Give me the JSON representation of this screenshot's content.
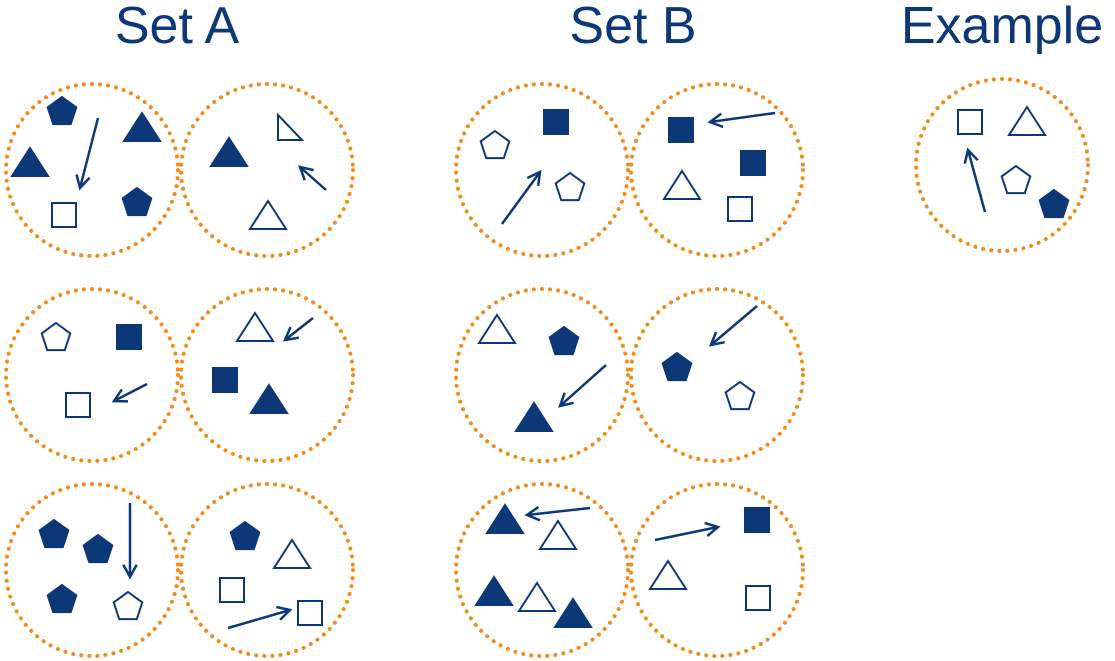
{
  "titles": {
    "set_a": "Set A",
    "set_b": "Set B",
    "example": "Example"
  },
  "colors": {
    "shape": "#0d3878",
    "circle": "#f28c1e"
  },
  "groups": [
    {
      "name": "set-a-row1-left",
      "items": [
        "pentagon-filled",
        "arrow",
        "triangle-filled",
        "triangle-filled",
        "square-open",
        "pentagon-filled"
      ]
    },
    {
      "name": "set-a-row1-right",
      "items": [
        "triangle-filled",
        "right-triangle-open",
        "arrow",
        "triangle-open"
      ]
    },
    {
      "name": "set-a-row2-left",
      "items": [
        "pentagon-open",
        "square-filled",
        "square-open",
        "arrow"
      ]
    },
    {
      "name": "set-a-row2-right",
      "items": [
        "triangle-open",
        "arrow",
        "square-filled",
        "triangle-filled"
      ]
    },
    {
      "name": "set-a-row3-left",
      "items": [
        "pentagon-filled",
        "pentagon-filled",
        "arrow",
        "pentagon-filled",
        "pentagon-open"
      ]
    },
    {
      "name": "set-a-row3-right",
      "items": [
        "pentagon-filled",
        "triangle-open",
        "square-open",
        "arrow",
        "square-open"
      ]
    },
    {
      "name": "set-b-row1-left",
      "items": [
        "pentagon-open",
        "square-filled",
        "pentagon-open",
        "arrow"
      ]
    },
    {
      "name": "set-b-row1-right",
      "items": [
        "arrow",
        "square-filled",
        "square-filled",
        "triangle-open",
        "square-open"
      ]
    },
    {
      "name": "set-b-row2-left",
      "items": [
        "triangle-open",
        "pentagon-filled",
        "arrow",
        "triangle-filled"
      ]
    },
    {
      "name": "set-b-row2-right",
      "items": [
        "arrow",
        "pentagon-filled",
        "pentagon-open"
      ]
    },
    {
      "name": "set-b-row3-left",
      "items": [
        "triangle-filled",
        "arrow",
        "triangle-open",
        "triangle-filled",
        "triangle-open",
        "triangle-filled"
      ]
    },
    {
      "name": "set-b-row3-right",
      "items": [
        "arrow",
        "square-filled",
        "triangle-open",
        "square-open"
      ]
    },
    {
      "name": "example",
      "items": [
        "square-open",
        "triangle-open",
        "arrow",
        "pentagon-open",
        "pentagon-filled"
      ]
    }
  ]
}
